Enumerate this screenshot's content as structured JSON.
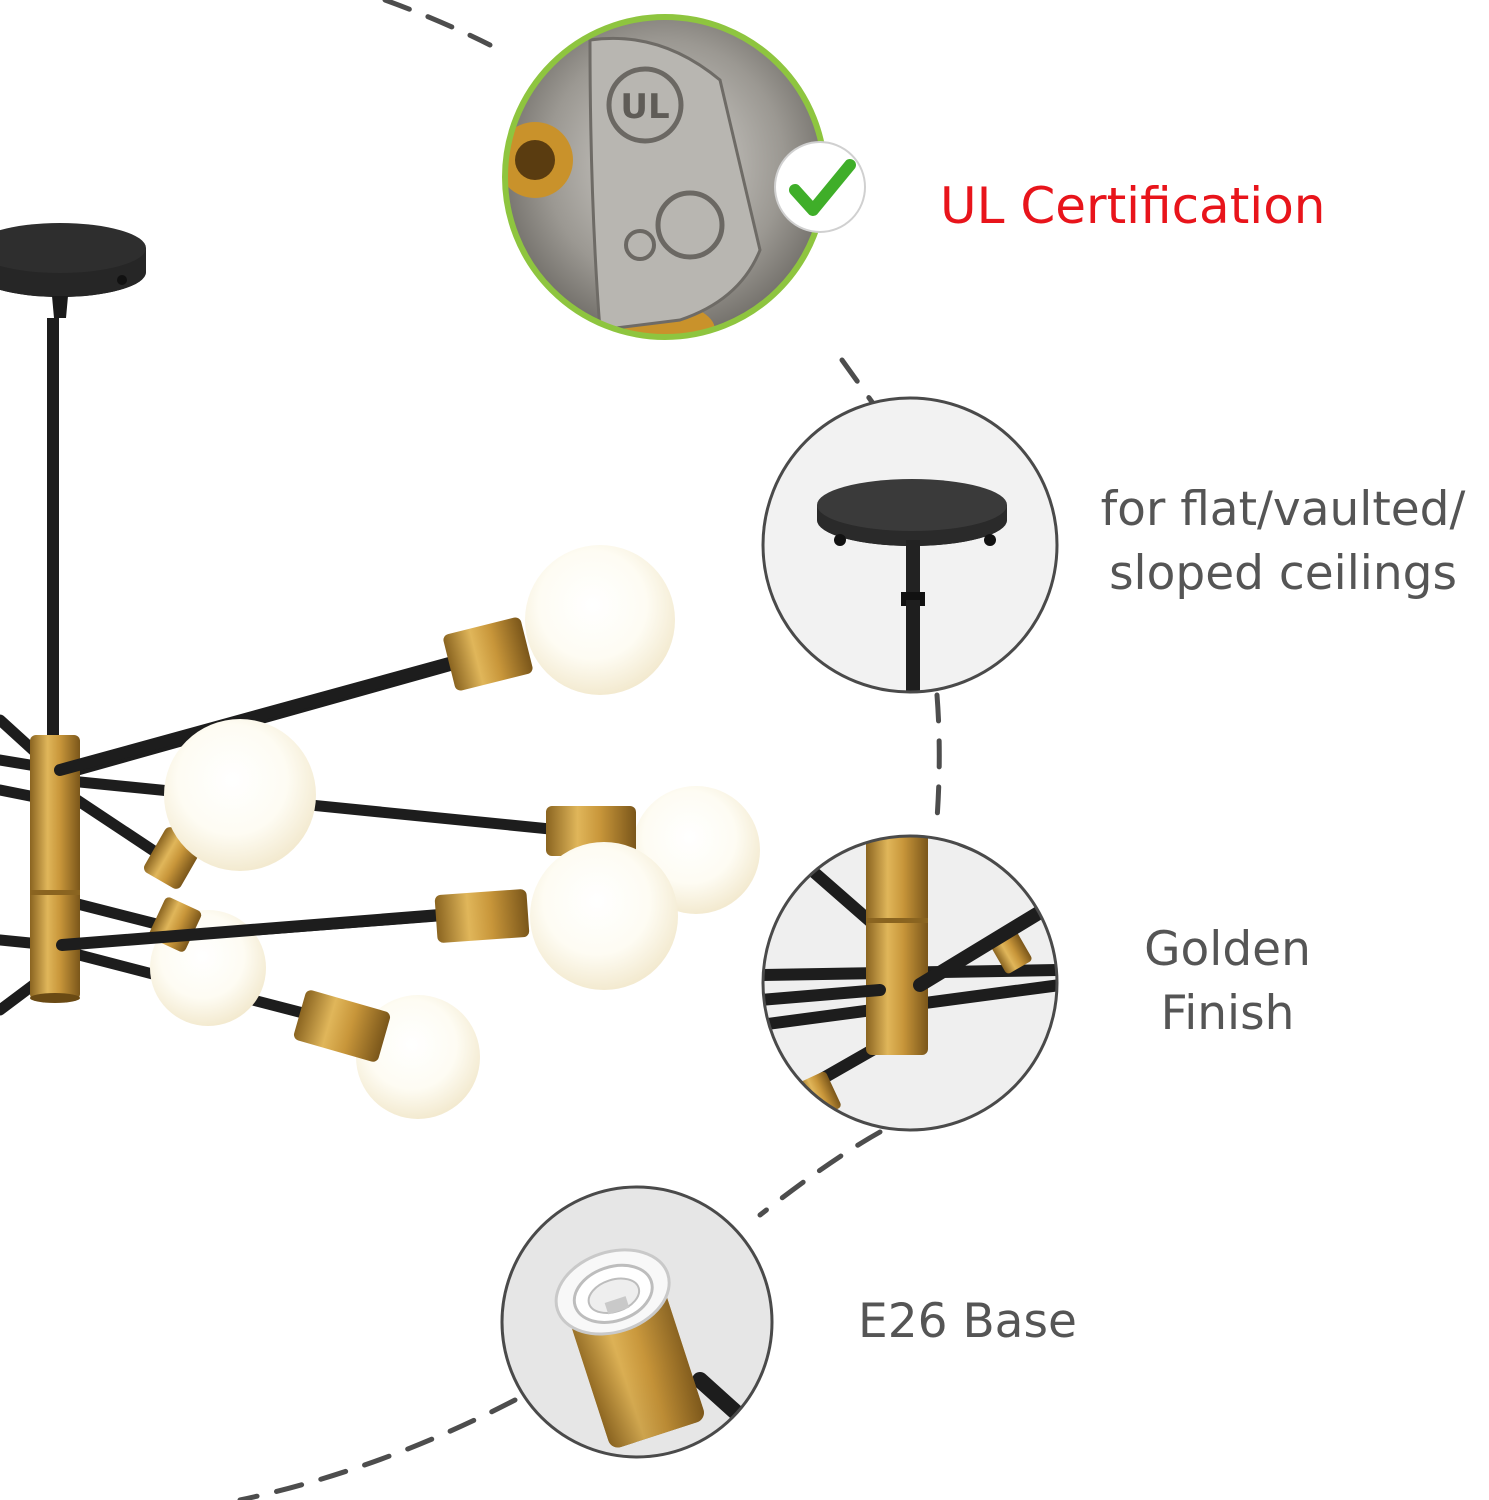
{
  "features": {
    "ul_certification": {
      "label": "UL Certification",
      "color": "#e8141b",
      "icon": "check-icon",
      "badge_text": "UL"
    },
    "ceiling_mount": {
      "line1": "for flat/vaulted/",
      "line2": "sloped ceilings"
    },
    "golden_finish": {
      "line1": "Golden",
      "line2": "Finish"
    },
    "e26_base": {
      "label": "E26 Base"
    }
  },
  "colors": {
    "text": "#555555",
    "gold": "#c89a3a",
    "black": "#1e1e1e",
    "bulb": "#fdfbf2",
    "circle_border": "#4a4a4a"
  }
}
